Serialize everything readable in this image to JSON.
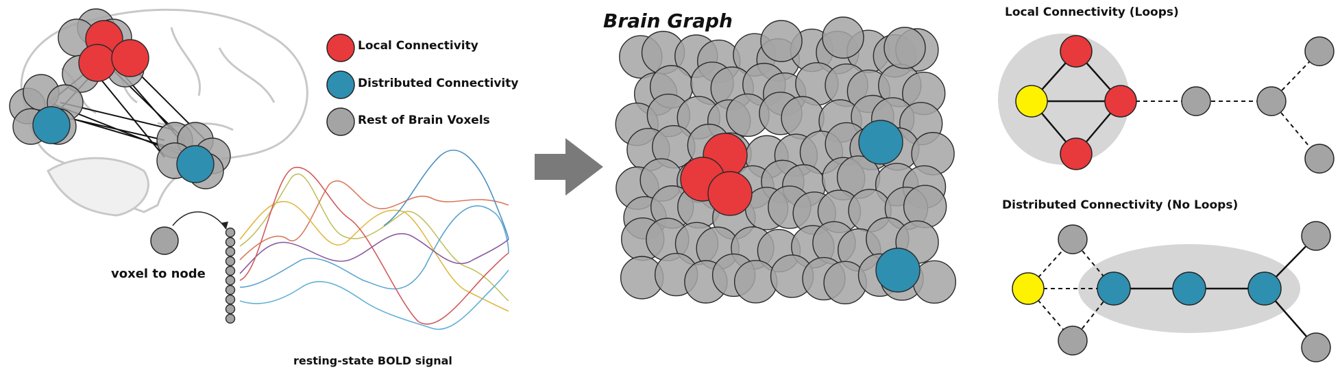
{
  "legend": {
    "local": "Local Connectivity",
    "distributed": "Distributed Connectivity",
    "rest": "Rest of Brain Voxels"
  },
  "voxel_label": "voxel to node",
  "bold_label": "resting-state BOLD signal",
  "graph_title": "Brain Graph",
  "local_title": "Local Connectivity (Loops)",
  "distributed_title": "Distributed Connectivity (No Loops)",
  "colors": {
    "local": "#e8393c",
    "distributed": "#2e8fb0",
    "rest": "#a4a4a4",
    "seed": "#fff200",
    "arrow": "#7a7a7a"
  }
}
